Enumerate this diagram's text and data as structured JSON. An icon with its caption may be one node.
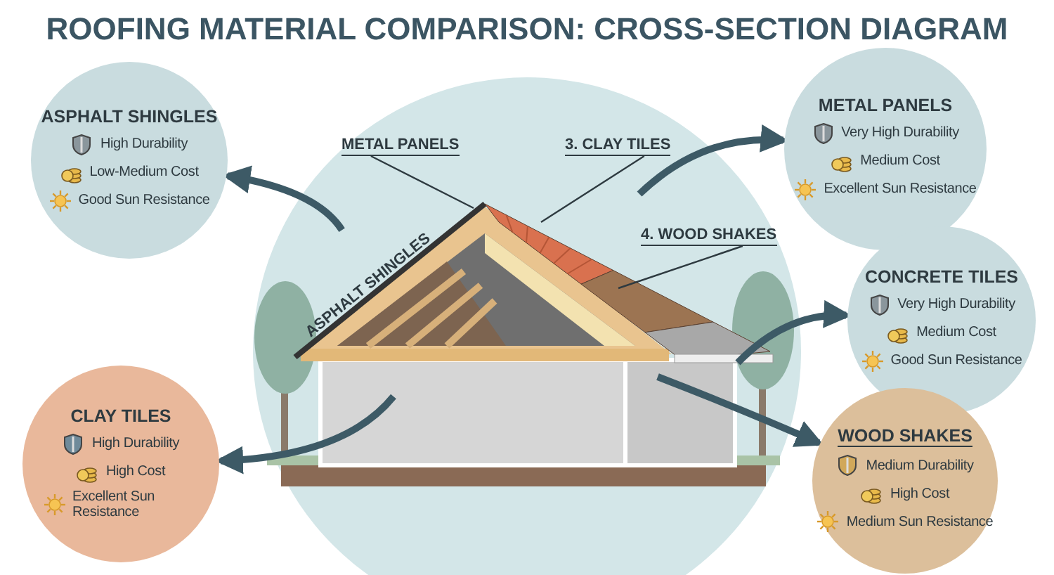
{
  "diagram": {
    "title": "ROOFING MATERIAL COMPARISON: CROSS-SECTION DIAGRAM",
    "nodes": [
      {
        "text": [
          "ASPHALT SHINGLES",
          "High Durability",
          "Low-Medium Cost",
          "Good Sun Resistance"
        ]
      },
      {
        "text": [
          "METAL PANELS",
          "Very High Durability",
          "Medium Cost",
          "Excellent Sun Resistance"
        ]
      },
      {
        "text": [
          "CONCRETE TILES",
          "Very High Durability",
          "Medium Cost",
          "Good Sun Resistance"
        ]
      },
      {
        "text": [
          "CLAY TILES",
          "High Durability",
          "High Cost",
          "Excellent Sun Resistance"
        ]
      },
      {
        "text": [
          "WOOD SHAKES",
          "Medium Durability",
          "High Cost",
          "Medium Sun Resistance"
        ]
      },
      {
        "text": [
          "METAL PANELS"
        ]
      },
      {
        "text": [
          "3. CLAY TILES"
        ]
      },
      {
        "text": [
          "4. WOOD SHAKES"
        ]
      },
      {
        "text": [
          "ASPHALT SHINGLES"
        ]
      }
    ],
    "edges": [
      {
        "from": 8,
        "to": 0,
        "arrow": "to"
      },
      {
        "from": null,
        "to": 1,
        "arrow": "to"
      },
      {
        "from": null,
        "to": 2,
        "arrow": "to"
      },
      {
        "from": null,
        "to": 3,
        "arrow": "to"
      },
      {
        "from": null,
        "to": 4,
        "arrow": "to"
      },
      {
        "from": 5,
        "to": null,
        "arrow": "none"
      },
      {
        "from": 6,
        "to": null,
        "arrow": "none"
      },
      {
        "from": 7,
        "to": null,
        "arrow": "none"
      }
    ]
  }
}
